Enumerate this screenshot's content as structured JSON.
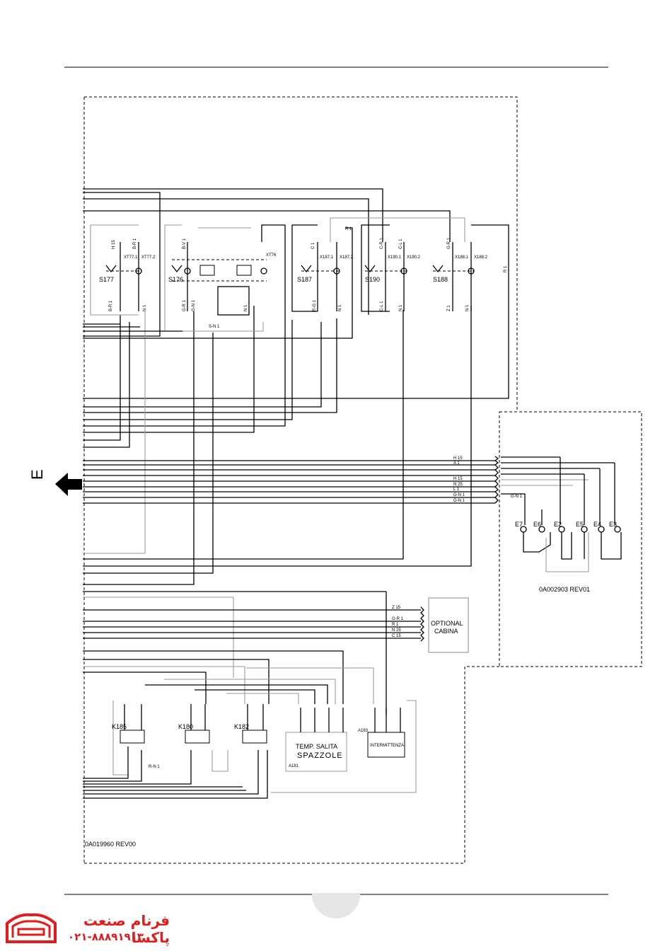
{
  "components": {
    "switches": [
      {
        "id": "S177",
        "top": [
          "H 15",
          "B-R 1"
        ],
        "bottom": [
          "B-R 1",
          "N 1"
        ],
        "xt": [
          "XT77.1",
          "XT77.2"
        ]
      },
      {
        "id": "S176",
        "top": [
          "B-V 1"
        ],
        "bottom": [
          "G-R 1",
          "G-N 1",
          "N 1"
        ],
        "xt": [
          "XT76"
        ]
      },
      {
        "id": "S187",
        "top": [
          "C 1"
        ],
        "bottom": [
          "R-G 1",
          "N 1"
        ],
        "xt": [
          "X187.1",
          "X187.2"
        ]
      },
      {
        "id": "S190",
        "top": [
          "C-R 1",
          "C-L 1"
        ],
        "bottom": [
          "C-L 1",
          "N 1"
        ],
        "xt": [
          "X190.1",
          "X190.2"
        ]
      },
      {
        "id": "S188",
        "top": [
          "G-R 1",
          "R 1"
        ],
        "bottom": [
          "Z 1",
          "N 1"
        ],
        "xt": [
          "X188.1",
          "X188.2"
        ]
      }
    ],
    "relays": [
      "K185",
      "K180",
      "K182"
    ],
    "modules": [
      {
        "id": "A181",
        "label_line1": "TEMP. SALITA",
        "label_line2": "SPAZZOLE"
      },
      {
        "id": "A183",
        "label_line1": "INTERMITTENZA"
      }
    ],
    "lamps": [
      "E7",
      "E6",
      "E2",
      "E5",
      "E4",
      "E3"
    ],
    "connector_x205_labels": [
      "H 15",
      "A 1",
      "H 15",
      "N 25",
      "L 1",
      "G-N 1",
      "G-N 1"
    ],
    "connector_x206_labels": [
      "Z 15",
      "G-R 1",
      "R 1",
      "N 25",
      "C 15"
    ],
    "misc_wire_labels": [
      "S-N 1",
      "R-N 1",
      "R 1"
    ]
  },
  "optional_box": {
    "line1": "OPTIONAL",
    "line2": "CABINA"
  },
  "revisions": {
    "upper_right": "0A002903  REV01",
    "lower_left": "0A019960  REV00"
  },
  "arrow_label": "E",
  "logo": {
    "name": "فرنام صنعت پاکسا",
    "phone": "۰۲۱-۸۸۸۹۱۹۱۳"
  }
}
